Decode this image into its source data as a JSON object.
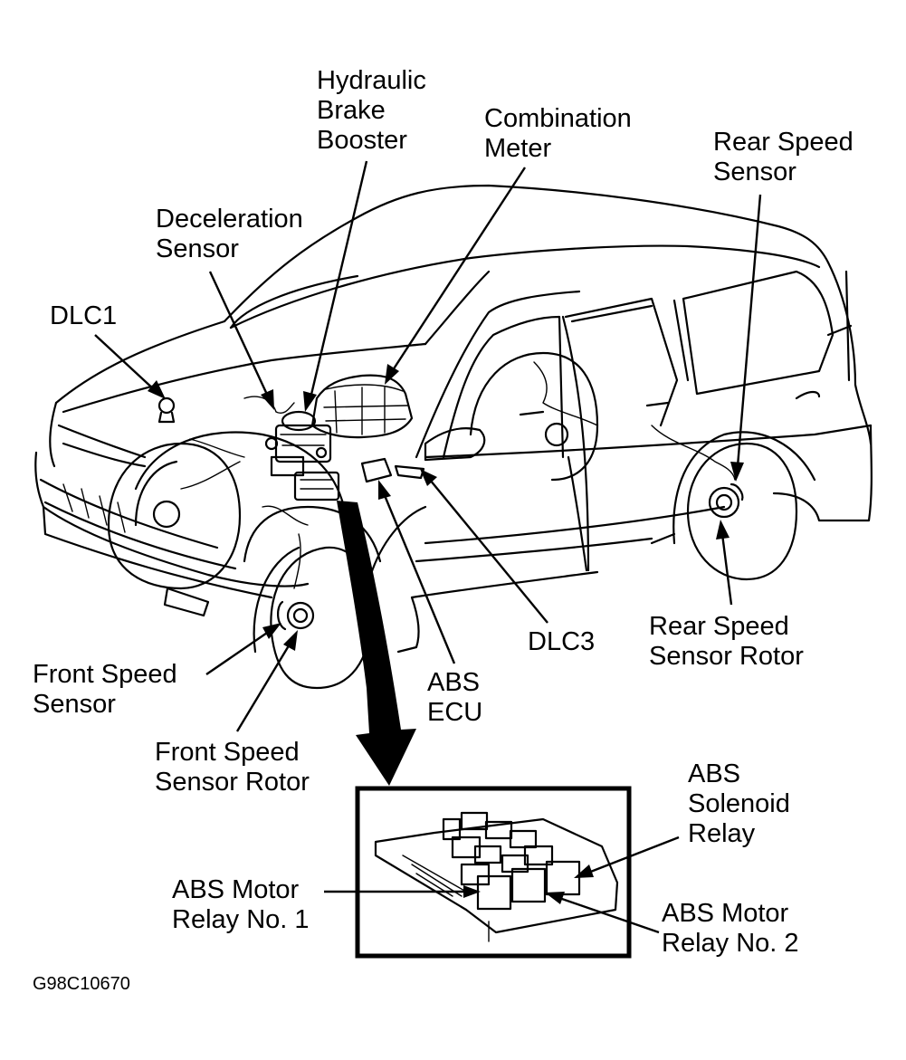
{
  "labels": {
    "hydraulic_brake_booster": [
      "Hydraulic",
      "Brake",
      "Booster"
    ],
    "combination_meter": [
      "Combination",
      "Meter"
    ],
    "rear_speed_sensor": [
      "Rear Speed",
      "Sensor"
    ],
    "deceleration_sensor": [
      "Deceleration",
      "Sensor"
    ],
    "dlc1": [
      "DLC1"
    ],
    "front_speed_sensor": [
      "Front Speed",
      "Sensor"
    ],
    "front_speed_sensor_rotor": [
      "Front Speed",
      "Sensor Rotor"
    ],
    "abs_ecu": [
      "ABS",
      "ECU"
    ],
    "dlc3": [
      "DLC3"
    ],
    "rear_speed_sensor_rotor": [
      "Rear Speed",
      "Sensor Rotor"
    ],
    "abs_solenoid_relay": [
      "ABS",
      "Solenoid",
      "Relay"
    ],
    "abs_motor_relay_1": [
      "ABS Motor",
      "Relay No. 1"
    ],
    "abs_motor_relay_2": [
      "ABS Motor",
      "Relay No. 2"
    ]
  },
  "figure_code": "G98C10670"
}
